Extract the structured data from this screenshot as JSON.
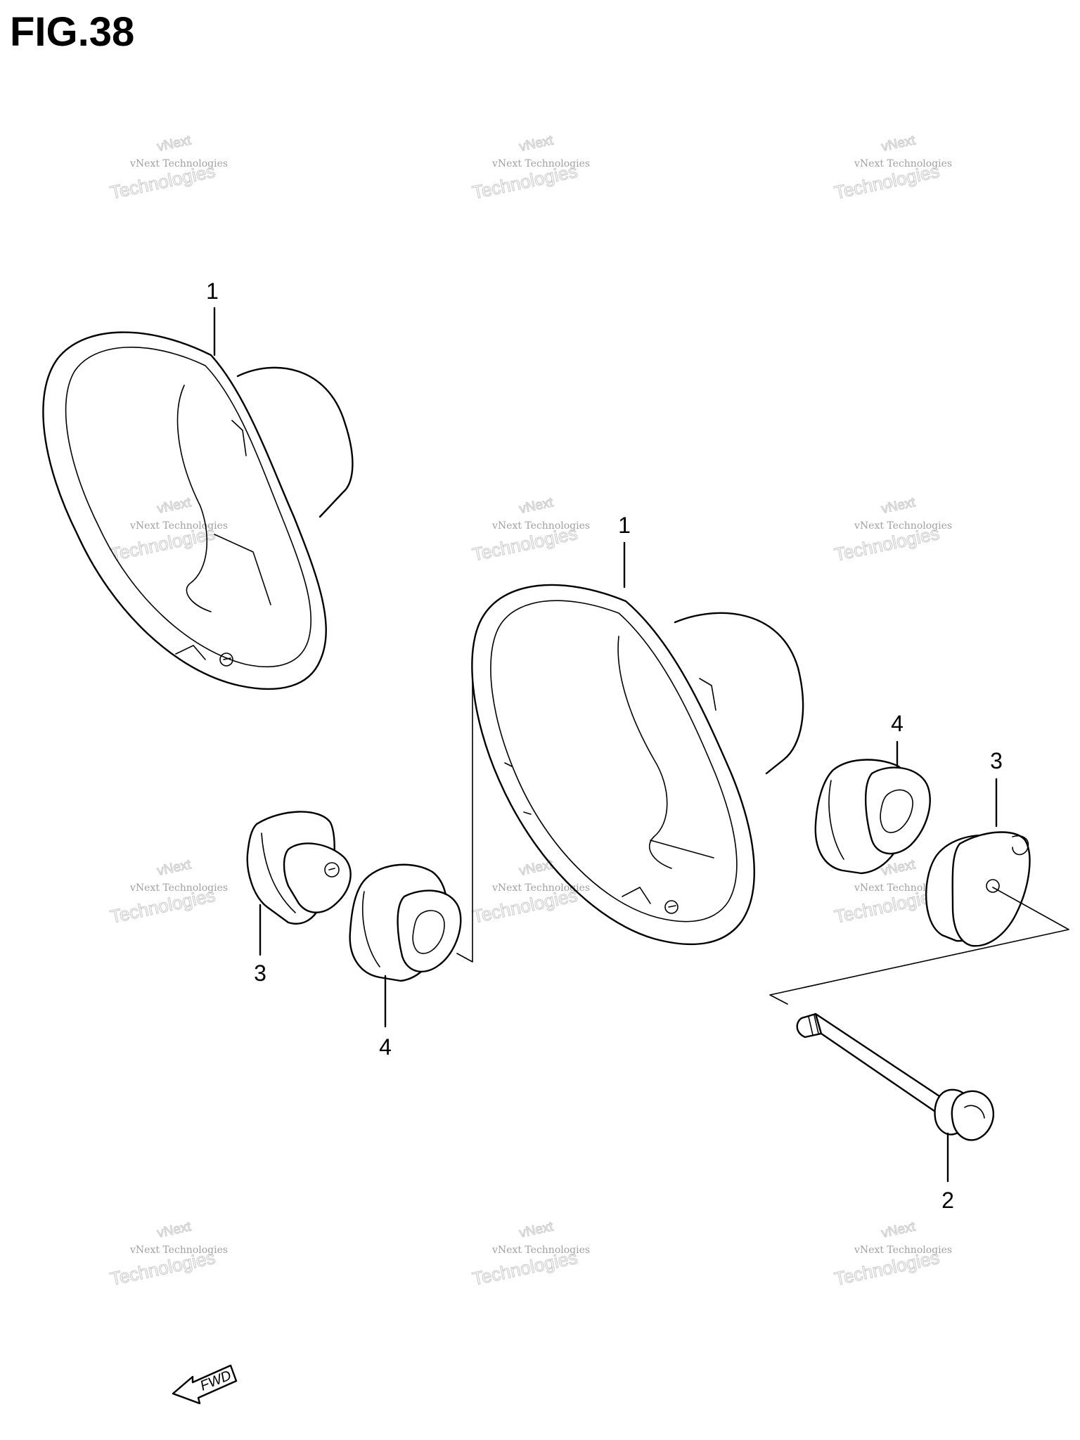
{
  "figure": {
    "title": "FIG.38"
  },
  "callouts": {
    "c1a": "1",
    "c1b": "1",
    "c2": "2",
    "c3a": "3",
    "c3b": "3",
    "c4a": "4",
    "c4b": "4"
  },
  "watermark": {
    "line1": "vNext",
    "line2": "vNext Technologies",
    "line3": "Technologies"
  },
  "direction_badge": {
    "label": "FWD"
  },
  "parts": [
    {
      "ref": "1",
      "name": "headlight-housing"
    },
    {
      "ref": "2",
      "name": "bolt"
    },
    {
      "ref": "3",
      "name": "cushion"
    },
    {
      "ref": "4",
      "name": "grommet"
    }
  ]
}
